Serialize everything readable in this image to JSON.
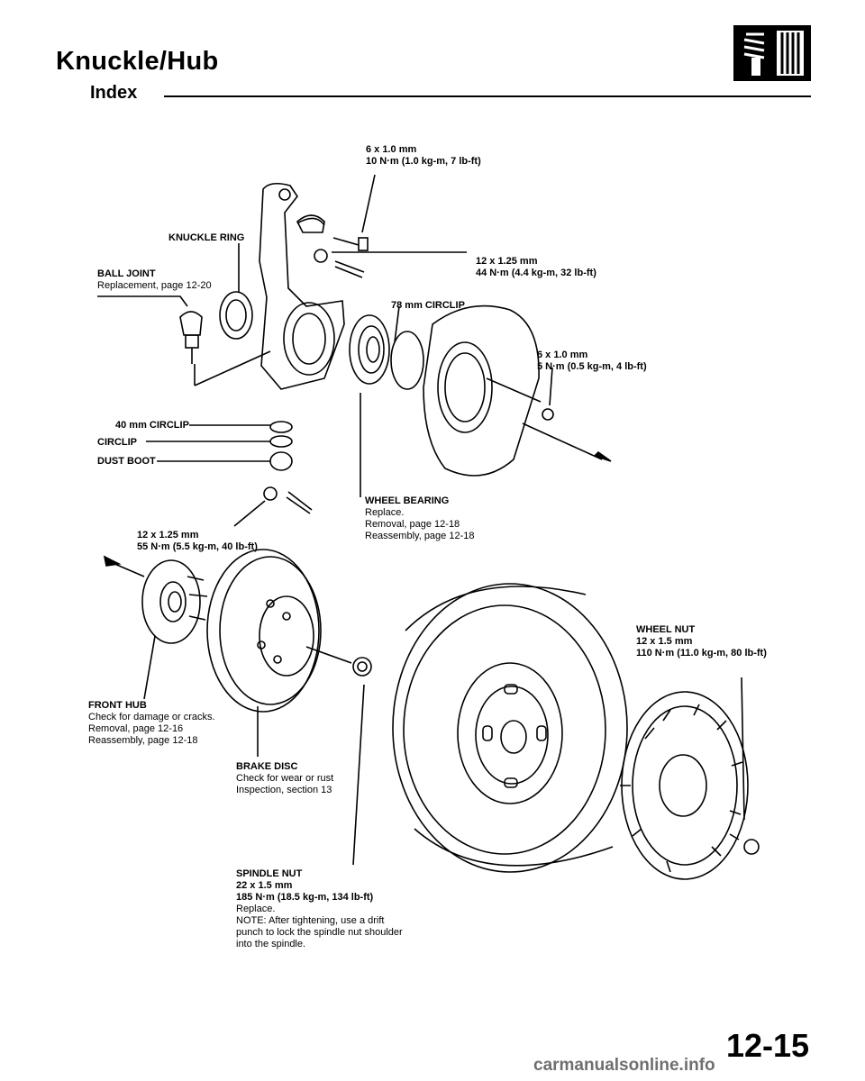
{
  "header": {
    "title": "Knuckle/Hub",
    "subtitle": "Index",
    "icon": "suspension-icon"
  },
  "labels": {
    "bolt_top": {
      "line1": "6 x 1.0 mm",
      "line2": "10 N·m (1.0 kg-m, 7 lb-ft)"
    },
    "knuckle_ring": {
      "line1": "KNUCKLE RING"
    },
    "castle_nut": {
      "line1": "12 x 1.25 mm",
      "line2": "44 N·m (4.4 kg-m, 32 lb-ft)"
    },
    "ball_joint": {
      "line1": "BALL JOINT",
      "line2": "Replacement, page 12-20"
    },
    "circlip_78": {
      "line1": "78 mm CIRCLIP"
    },
    "bolt_splash": {
      "line1": "6 x 1.0 mm",
      "line2": "5 N·m (0.5 kg-m, 4 lb-ft)"
    },
    "circlip_40": {
      "line1": "40 mm CIRCLIP"
    },
    "circlip": {
      "line1": "CIRCLIP"
    },
    "dust_boot": {
      "line1": "DUST BOOT"
    },
    "wheel_bearing": {
      "line1": "WHEEL BEARING",
      "line2": "Replace.",
      "line3": "Removal, page 12-18",
      "line4": "Reassembly, page 12-18"
    },
    "ball_joint_nut": {
      "line1": "12 x 1.25 mm",
      "line2": "55 N·m (5.5 kg-m, 40 lb-ft)"
    },
    "wheel_nut": {
      "line1": "WHEEL NUT",
      "line2": "12 x 1.5 mm",
      "line3": "110 N·m (11.0 kg-m, 80 lb-ft)"
    },
    "front_hub": {
      "line1": "FRONT HUB",
      "line2": "Check for damage or cracks.",
      "line3": "Removal, page 12-16",
      "line4": "Reassembly, page 12-18"
    },
    "brake_disc": {
      "line1": "BRAKE DISC",
      "line2": "Check for wear or rust",
      "line3": "Inspection, section 13"
    },
    "spindle_nut": {
      "line1": "SPINDLE NUT",
      "line2": "22 x 1.5 mm",
      "line3": "185 N·m (18.5 kg-m, 134 lb-ft)",
      "line4": "Replace.",
      "line5": "NOTE: After tightening, use a drift",
      "line6": "punch to lock the spindle nut shoulder",
      "line7": "into the spindle."
    }
  },
  "footer": {
    "page_number": "12-15",
    "watermark": "carmanualsonline.info"
  }
}
